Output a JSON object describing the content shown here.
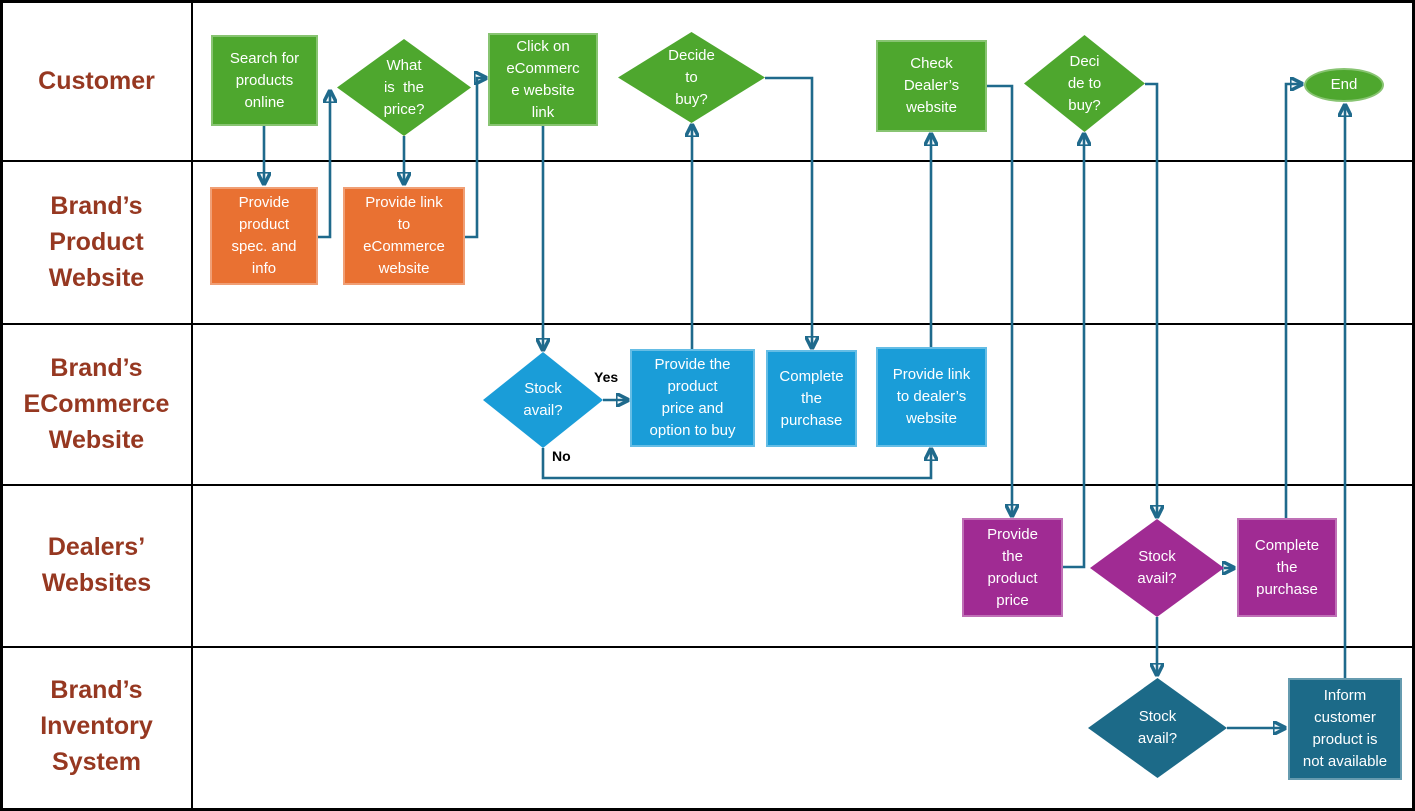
{
  "lanes": [
    {
      "id": "customer",
      "label": "Customer"
    },
    {
      "id": "brand-product-website",
      "label": "Brand’s\nProduct\nWebsite"
    },
    {
      "id": "brand-ecommerce-website",
      "label": "Brand’s\nECommerce\nWebsite"
    },
    {
      "id": "dealers-websites",
      "label": "Dealers’\nWebsites"
    },
    {
      "id": "brand-inventory-system",
      "label": "Brand’s\nInventory\nSystem"
    }
  ],
  "nodes": {
    "search": {
      "lane": "Customer",
      "type": "process",
      "label": "Search for\nproducts\nonline"
    },
    "price_question": {
      "lane": "Customer",
      "type": "decision",
      "label": "What\nis  the\nprice?"
    },
    "click_link": {
      "lane": "Customer",
      "type": "process",
      "label": "Click on\neCommerc\ne website\nlink"
    },
    "decide_buy_1": {
      "lane": "Customer",
      "type": "decision",
      "label": "Decide\nto\nbuy?"
    },
    "check_dealer": {
      "lane": "Customer",
      "type": "process",
      "label": "Check\nDealer’s\nwebsite"
    },
    "decide_buy_2": {
      "lane": "Customer",
      "type": "decision",
      "label": "Deci\nde to\nbuy?"
    },
    "end": {
      "lane": "Customer",
      "type": "terminator",
      "label": "End"
    },
    "provide_spec": {
      "lane": "Brand’s Product Website",
      "type": "process",
      "label": "Provide\nproduct\nspec. and\ninfo"
    },
    "provide_link_ecom": {
      "lane": "Brand’s Product Website",
      "type": "process",
      "label": "Provide link\nto\neCommerce\nwebsite"
    },
    "stock_avail_ecom": {
      "lane": "Brand’s ECommerce Website",
      "type": "decision",
      "label": "Stock\navail?"
    },
    "provide_price_buy": {
      "lane": "Brand’s ECommerce Website",
      "type": "process",
      "label": "Provide the\nproduct\nprice and\noption to buy"
    },
    "complete_purchase_ecom": {
      "lane": "Brand’s ECommerce Website",
      "type": "process",
      "label": "Complete\nthe\npurchase"
    },
    "provide_link_dealer": {
      "lane": "Brand’s ECommerce Website",
      "type": "process",
      "label": "Provide link\nto dealer’s\nwebsite"
    },
    "provide_price_dealer": {
      "lane": "Dealers’ Websites",
      "type": "process",
      "label": "Provide\nthe\nproduct\nprice"
    },
    "stock_avail_dealer": {
      "lane": "Dealers’ Websites",
      "type": "decision",
      "label": "Stock\navail?"
    },
    "complete_purchase_dealer": {
      "lane": "Dealers’ Websites",
      "type": "process",
      "label": "Complete\nthe\npurchase"
    },
    "stock_avail_inventory": {
      "lane": "Brand’s Inventory System",
      "type": "decision",
      "label": "Stock\navail?"
    },
    "inform_unavailable": {
      "lane": "Brand’s Inventory System",
      "type": "process",
      "label": "Inform\ncustomer\nproduct is\nnot available"
    }
  },
  "edge_labels": {
    "yes": "Yes",
    "no": "No"
  },
  "colors": {
    "customer_shapes": "#4EA72E",
    "product_website_shapes": "#E97132",
    "ecommerce_shapes": "#1A9DD8",
    "dealer_shapes": "#A02B93",
    "inventory_shapes": "#1C6A88",
    "connector": "#1F6A8C",
    "lane_label_text": "#963821",
    "shape_text": "#FFFFFF",
    "grid_border": "#000000"
  }
}
